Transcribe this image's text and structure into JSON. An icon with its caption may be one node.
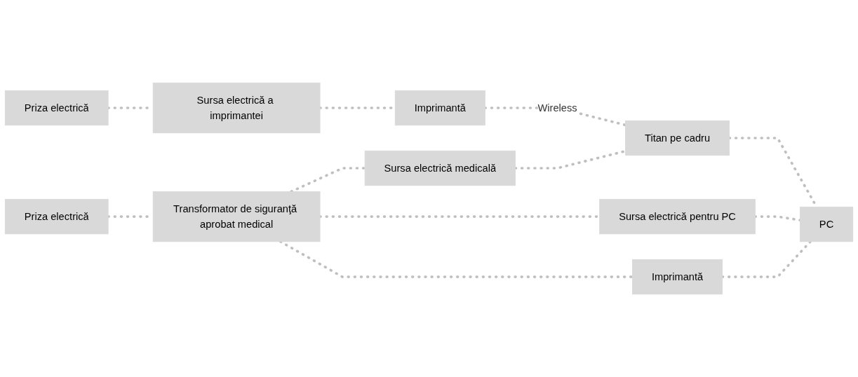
{
  "diagram": {
    "nodes": [
      {
        "text": [
          "Priza electrică"
        ]
      },
      {
        "text": [
          "Sursa electrică a imprimantei"
        ]
      },
      {
        "text": [
          "Imprimantă"
        ]
      },
      {
        "text": [
          "Sursa electrică medicală"
        ]
      },
      {
        "text": [
          "Titan pe cadru"
        ]
      },
      {
        "text": [
          "Priza electrică"
        ]
      },
      {
        "text": [
          "Transformator de siguranţă aprobat medical"
        ]
      },
      {
        "text": [
          "Sursa electrică pentru PC"
        ]
      },
      {
        "text": [
          "PC"
        ]
      },
      {
        "text": [
          "Imprimantă"
        ]
      }
    ],
    "edges": [
      {
        "from": 0,
        "to": 1,
        "arrow": "none",
        "style": "dashed"
      },
      {
        "from": 1,
        "to": 2,
        "arrow": "none",
        "style": "dashed"
      },
      {
        "from": 2,
        "to": 4,
        "arrow": "none",
        "style": "dashed",
        "label": "Wireless"
      },
      {
        "from": 3,
        "to": 4,
        "arrow": "none",
        "style": "dashed"
      },
      {
        "from": 6,
        "to": 3,
        "arrow": "none",
        "style": "dashed"
      },
      {
        "from": 5,
        "to": 6,
        "arrow": "none",
        "style": "dashed"
      },
      {
        "from": 6,
        "to": 7,
        "arrow": "none",
        "style": "dashed"
      },
      {
        "from": 7,
        "to": 8,
        "arrow": "none",
        "style": "dashed"
      },
      {
        "from": 4,
        "to": 8,
        "arrow": "none",
        "style": "dashed"
      },
      {
        "from": 6,
        "to": 9,
        "arrow": "none",
        "style": "dashed"
      },
      {
        "from": 9,
        "to": 8,
        "arrow": "none",
        "style": "dashed"
      }
    ]
  }
}
